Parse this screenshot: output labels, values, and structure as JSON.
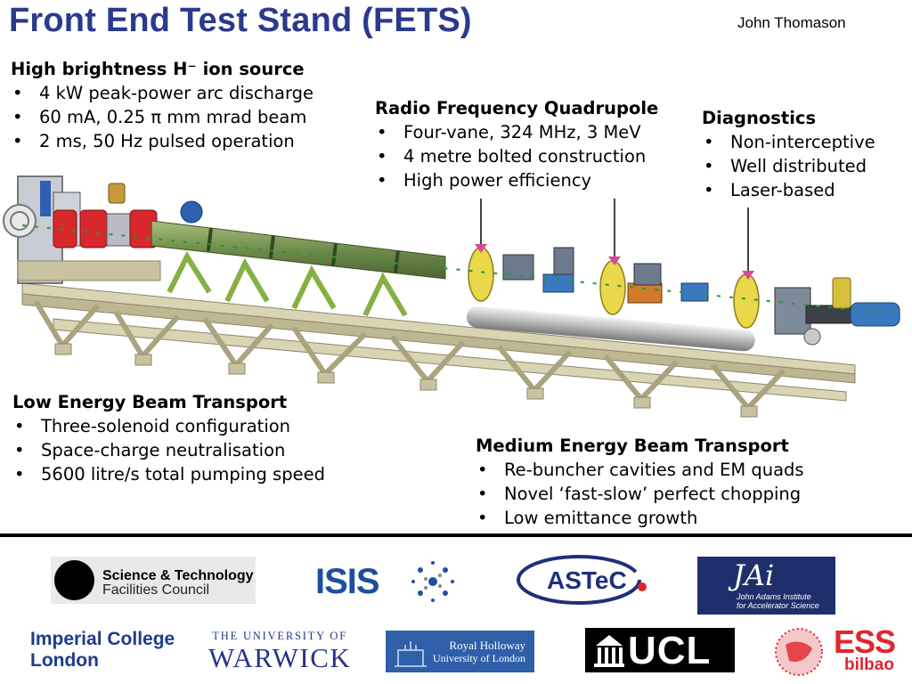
{
  "header": {
    "title": "Front End Test Stand (FETS)",
    "author": "John Thomason"
  },
  "sections": {
    "ion_source": {
      "heading": "High brightness H⁻ ion source",
      "items": [
        "4 kW peak-power arc discharge",
        "60 mA, 0.25 π mm mrad beam",
        "2 ms, 50 Hz pulsed operation"
      ]
    },
    "rfq": {
      "heading": "Radio Frequency Quadrupole",
      "items": [
        "Four-vane, 324 MHz, 3 MeV",
        "4 metre bolted construction",
        "High power efficiency"
      ]
    },
    "diagnostics": {
      "heading": "Diagnostics",
      "items": [
        "Non-interceptive",
        "Well distributed",
        "Laser-based"
      ]
    },
    "lebt": {
      "heading": "Low Energy Beam Transport",
      "items": [
        "Three-solenoid configuration",
        "Space-charge neutralisation",
        "5600 litre/s total pumping speed"
      ]
    },
    "mebt": {
      "heading": "Medium Energy Beam Transport",
      "items": [
        "Re-buncher cavities and EM quads",
        "Novel ‘fast-slow’ perfect chopping",
        "Low emittance growth"
      ]
    }
  },
  "logos": {
    "stfc": {
      "line1": "Science & Technology",
      "line2": "Facilities Council"
    },
    "isis": {
      "text": "ISIS"
    },
    "astec": {
      "text": "ASTeC"
    },
    "jai": {
      "mark": "JAi",
      "line1": "John Adams Institute",
      "line2": "for Accelerator Science"
    },
    "imperial": {
      "line1": "Imperial College",
      "line2": "London"
    },
    "warwick": {
      "line1": "THE UNIVERSITY OF",
      "line2": "WARWICK"
    },
    "rhul": {
      "line1": "Royal Holloway",
      "line2": "University of London"
    },
    "ucl": {
      "text": "UCL"
    },
    "ess": {
      "line1": "ESS",
      "line2": "bilbao"
    }
  },
  "colors": {
    "title": "#2b3a8c",
    "frame": "#cfcaa8",
    "solenoid_red": "#d8282b",
    "cavity_yellow": "#e8d84a",
    "quad_blue": "#3b78c0",
    "rfq_green": "#8aa865"
  }
}
